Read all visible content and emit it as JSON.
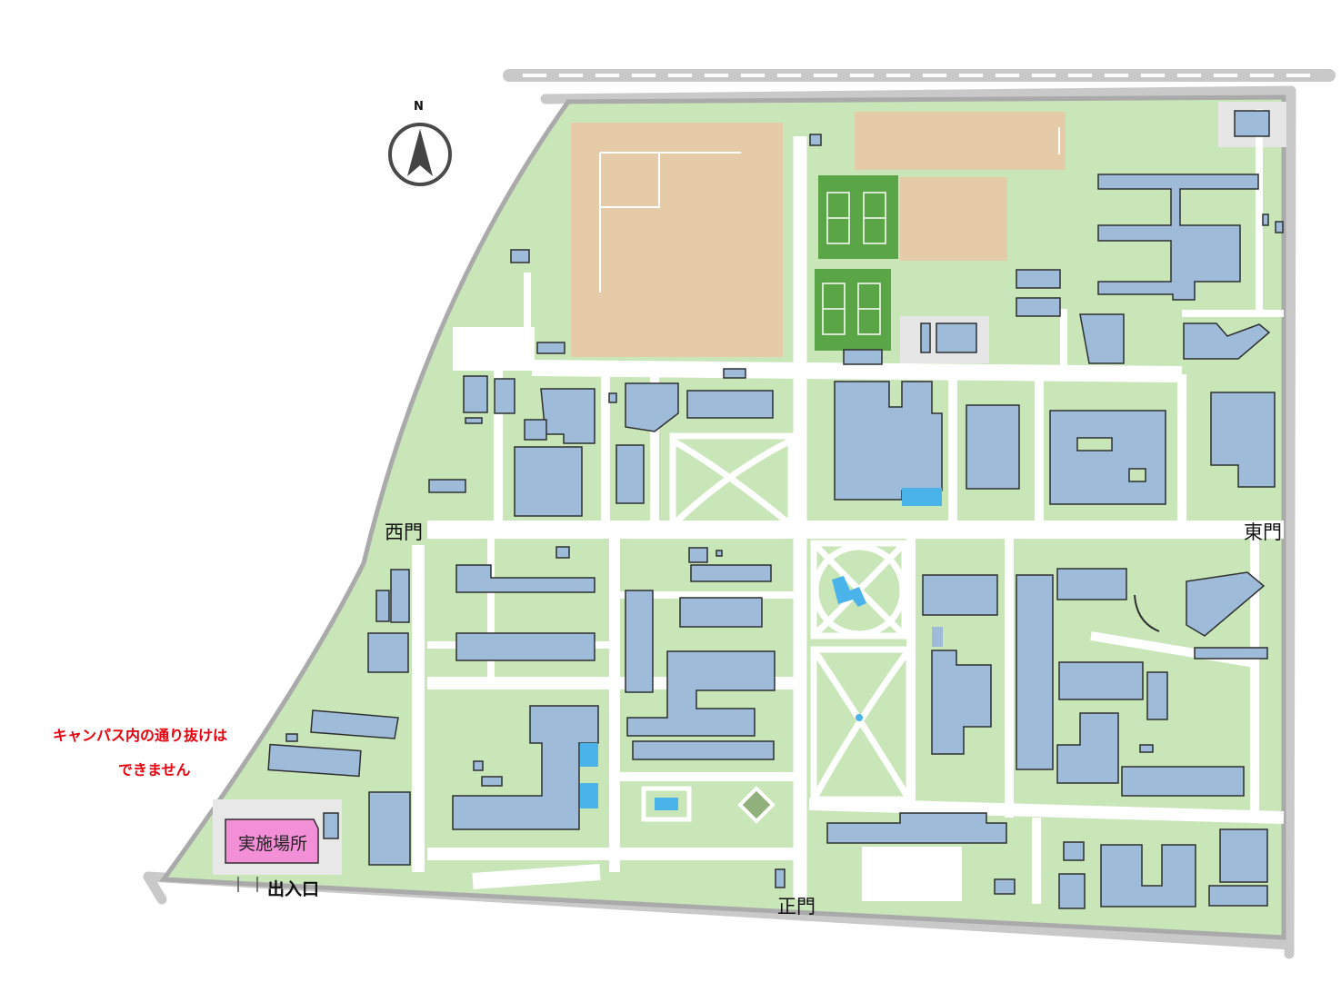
{
  "map": {
    "north_label": "N",
    "gates": {
      "west": "西門",
      "east": "東門",
      "main": "正門"
    },
    "venue_label": "実施場所",
    "entrance_label": "出入口",
    "notice_line1": "キャンパス内の通り抜けは",
    "notice_line2": "できません"
  },
  "colors": {
    "campus": "#c8e6b8",
    "path": "#ffffff",
    "building": "#9ebcd9",
    "building_outline": "#2f2f2f",
    "field": "#e6cba8",
    "tennis": "#5aa546",
    "water": "#4ab3ea",
    "venue": "#f28fd6",
    "road": "#c9c9c9",
    "notice": "#e8000d"
  },
  "icons": [
    "north-compass-icon",
    "railway-track-icon"
  ]
}
